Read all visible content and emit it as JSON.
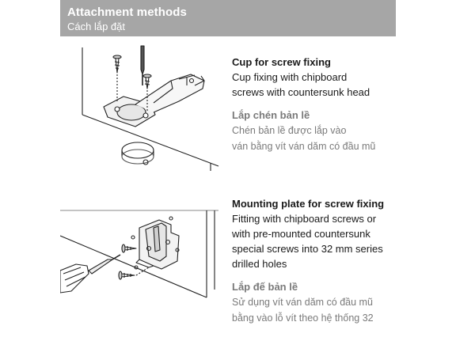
{
  "header": {
    "title": "Attachment methods",
    "subtitle": "Cách lắp đặt"
  },
  "section1": {
    "heading": "Cup for screw fixing",
    "lines": [
      "Cup fixing with chipboard",
      "screws with countersunk head"
    ],
    "vi_heading": "Lắp chén bản lề",
    "vi_lines": [
      "Chén bản lề được lắp vào",
      "ván bằng vít ván dăm có đầu mũ"
    ]
  },
  "section2": {
    "heading": "Mounting plate for screw fixing",
    "lines": [
      "Fitting with chipboard screws or",
      "with pre-mounted countersunk",
      "special screws into 32 mm series",
      "drilled holes"
    ],
    "vi_heading": "Lắp đế bản lề",
    "vi_lines": [
      "Sử dụng vít ván dăm có đầu mũ",
      "bằng vào lỗ vít theo hệ thống 32"
    ]
  },
  "colors": {
    "header_bg": "#a6a6a6",
    "header_text": "#ffffff",
    "body_text": "#1a1a1a",
    "vi_text": "#7a7a7a"
  }
}
